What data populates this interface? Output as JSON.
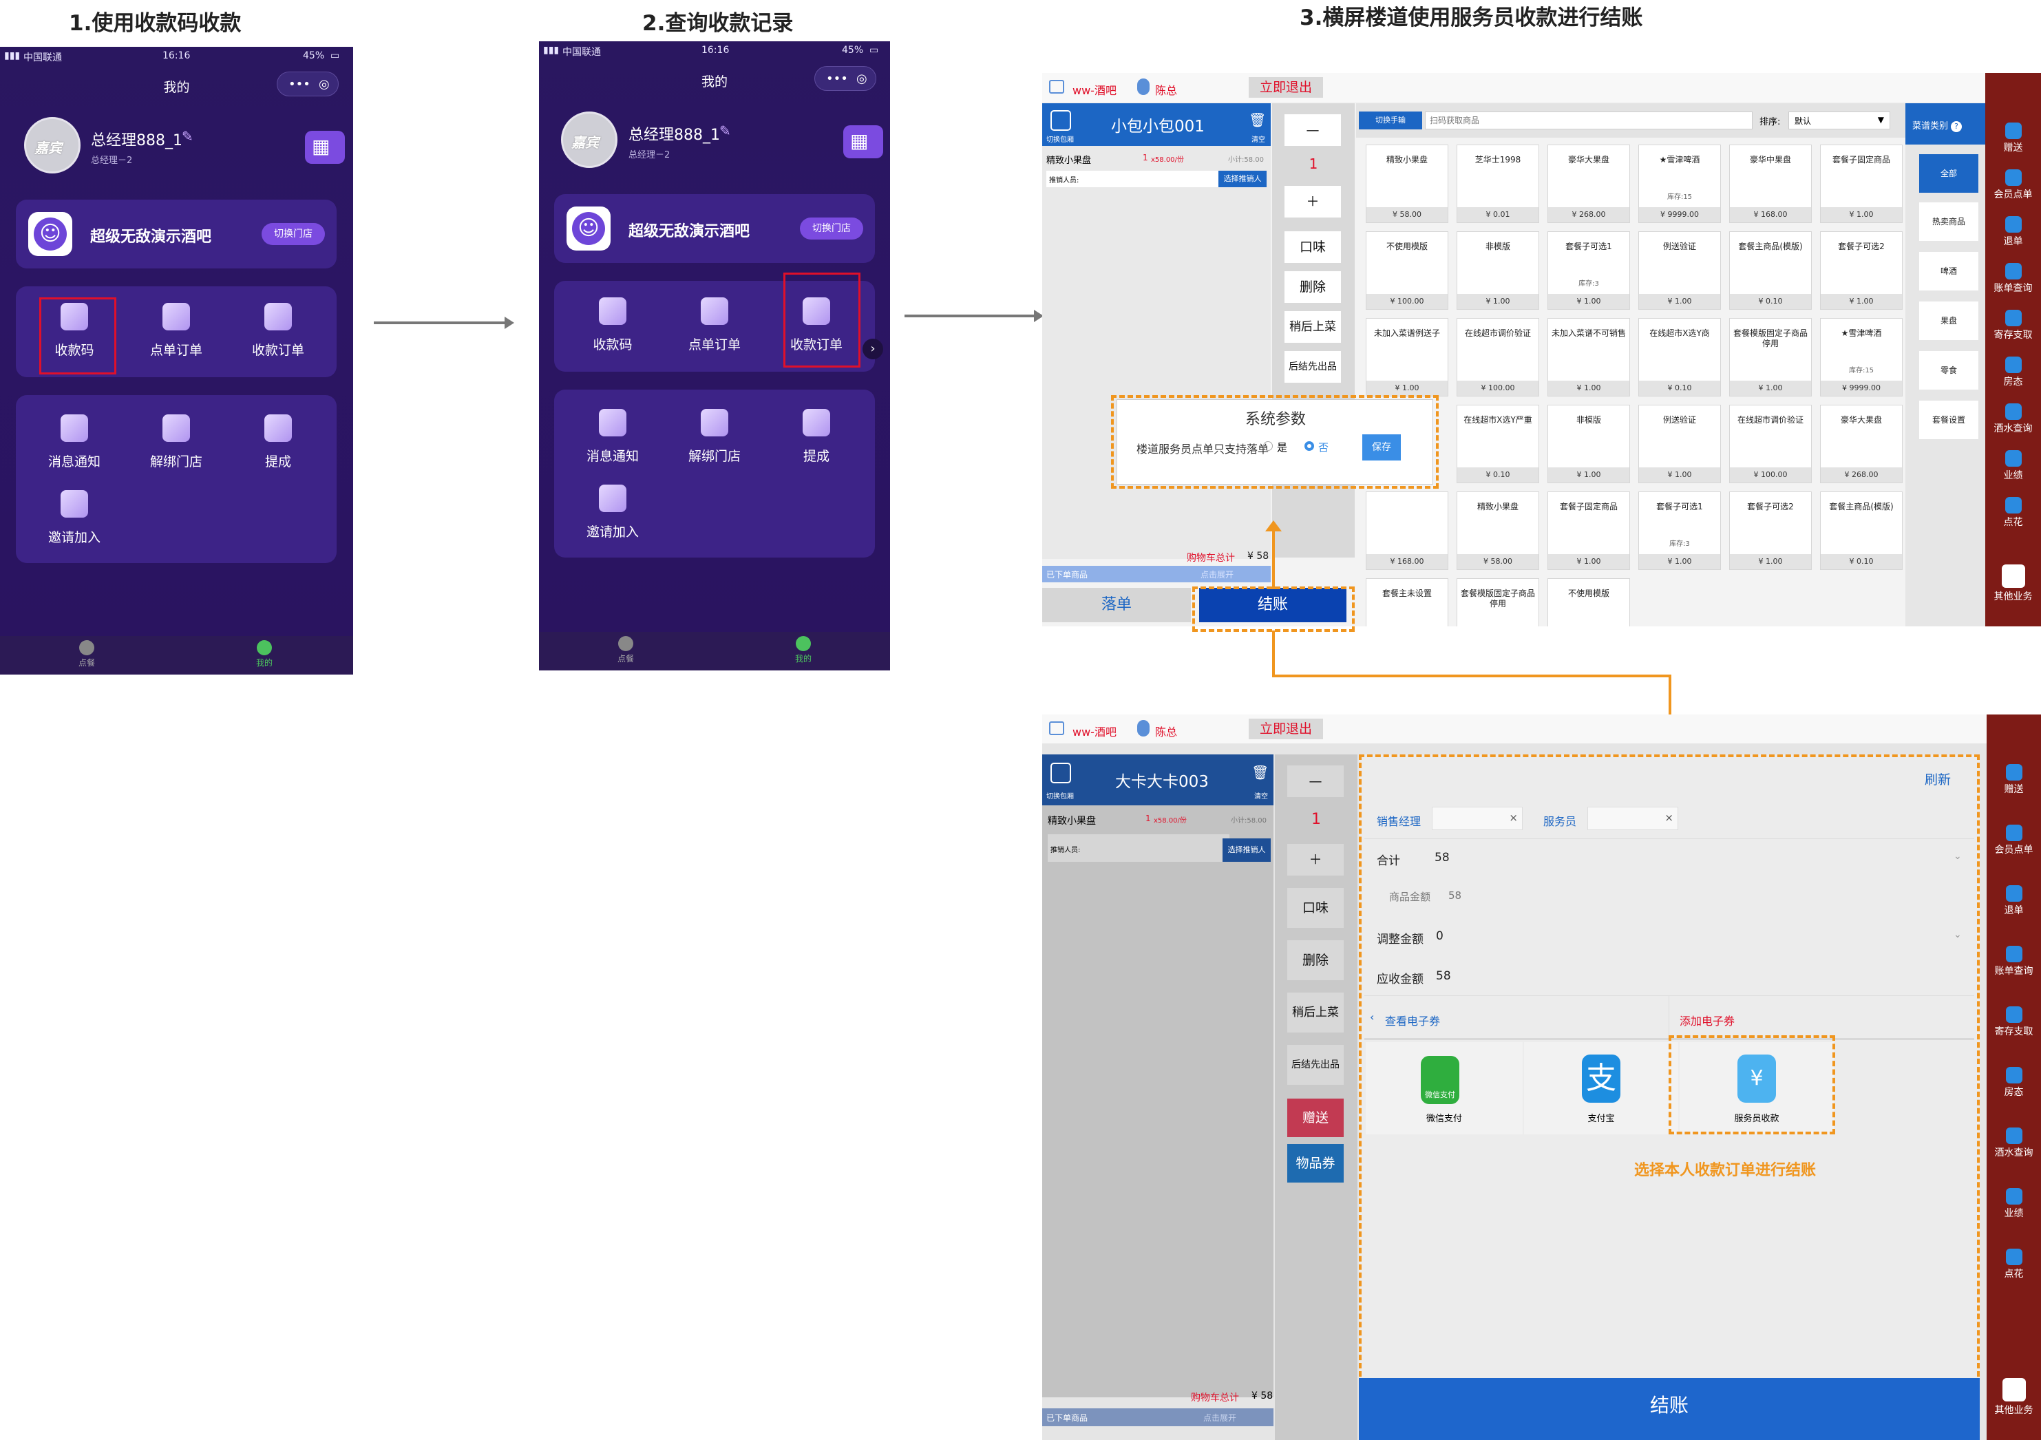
{
  "sections": {
    "s1": "1.使用收款码收款",
    "s2": "2.查询收款记录",
    "s3": "3.横屏楼道使用服务员收款进行结账"
  },
  "phone": {
    "carrier": "中国联通",
    "time": "16:16",
    "battery": "45%",
    "header": "我的",
    "capsule_more": "•••",
    "capsule_close": "◎",
    "avatar_text": "嘉宾",
    "user_name": "总经理888_1",
    "user_role": "总经理－2",
    "store_name": "超级无敌演示酒吧",
    "switch_store": "切换门店",
    "menu_row1": [
      "收款码",
      "点单订单",
      "收款订单"
    ],
    "menu_row2": [
      "消息通知",
      "解绑门店",
      "提成"
    ],
    "menu_row3": [
      "邀请加入"
    ],
    "tabs": [
      "点餐",
      "我的"
    ],
    "colors": {
      "bg": "#2a1760",
      "card": "#3d2387",
      "accent": "#7b4be0",
      "highlight": "#e0102a",
      "active_tab": "#4cc25e"
    }
  },
  "pos_top": {
    "store": "ww-酒吧",
    "user": "陈总",
    "exit": "立即退出",
    "room": "小包小包001",
    "cart_labels": {
      "switch": "切换包厢",
      "clear": "清空"
    },
    "item_name": "精致小果盘",
    "item_qty": "1",
    "item_unit_price": "x58.00/份",
    "item_subtotal": "小计:58.00",
    "recommender_label": "推销人员:",
    "select_recommender": "选择推销人",
    "side_buttons": [
      "口味",
      "删除",
      "稍后上菜",
      "后结先出品"
    ],
    "qty": "1",
    "cart_total_label": "购物车总计",
    "cart_total": "¥ 58",
    "ordered_label": "已下单商品",
    "expand": "点击展开",
    "btn_order": "落单",
    "btn_checkout": "结账",
    "mode_switch": "切换手输",
    "search_placeholder": "扫码获取商品",
    "sort_label": "排序:",
    "sort_value": "默认",
    "category_title": "菜谱类别",
    "categories": [
      "全部",
      "热卖商品",
      "啤酒",
      "果盘",
      "零食",
      "套餐设置"
    ],
    "products": [
      {
        "n": "精致小果盘",
        "p": "¥ 58.00",
        "s": ""
      },
      {
        "n": "芝华士1998",
        "p": "¥ 0.01",
        "s": ""
      },
      {
        "n": "豪华大果盘",
        "p": "¥ 268.00",
        "s": ""
      },
      {
        "n": "★雪津啤酒",
        "p": "¥ 9999.00",
        "s": "库存:15"
      },
      {
        "n": "豪华中果盘",
        "p": "¥ 168.00",
        "s": ""
      },
      {
        "n": "套餐子固定商品",
        "p": "¥ 1.00",
        "s": ""
      },
      {
        "n": "不使用模版",
        "p": "¥ 100.00",
        "s": ""
      },
      {
        "n": "非模版",
        "p": "¥ 1.00",
        "s": ""
      },
      {
        "n": "套餐子可选1",
        "p": "¥ 1.00",
        "s": "库存:3"
      },
      {
        "n": "例送验证",
        "p": "¥ 1.00",
        "s": ""
      },
      {
        "n": "套餐主商品(模版)",
        "p": "¥ 0.10",
        "s": ""
      },
      {
        "n": "套餐子可选2",
        "p": "¥ 1.00",
        "s": ""
      },
      {
        "n": "未加入菜谱例送子",
        "p": "¥ 1.00",
        "s": ""
      },
      {
        "n": "在线超市调价验证",
        "p": "¥ 100.00",
        "s": ""
      },
      {
        "n": "未加入菜谱不可销售",
        "p": "¥ 1.00",
        "s": ""
      },
      {
        "n": "在线超市X选Y商",
        "p": "¥ 0.10",
        "s": ""
      },
      {
        "n": "套餐模版固定子商品停用",
        "p": "¥ 1.00",
        "s": ""
      },
      {
        "n": "★雪津啤酒",
        "p": "¥ 9999.00",
        "s": "库存:15"
      },
      {
        "n": "",
        "p": "",
        "s": ""
      },
      {
        "n": "在线超市X选Y严重",
        "p": "¥ 0.10",
        "s": ""
      },
      {
        "n": "非模版",
        "p": "¥ 1.00",
        "s": ""
      },
      {
        "n": "例送验证",
        "p": "¥ 1.00",
        "s": ""
      },
      {
        "n": "在线超市调价验证",
        "p": "¥ 100.00",
        "s": ""
      },
      {
        "n": "豪华大果盘",
        "p": "¥ 268.00",
        "s": ""
      },
      {
        "n": "",
        "p": "¥ 168.00",
        "s": ""
      },
      {
        "n": "精致小果盘",
        "p": "¥ 58.00",
        "s": ""
      },
      {
        "n": "套餐子固定商品",
        "p": "¥ 1.00",
        "s": ""
      },
      {
        "n": "套餐子可选1",
        "p": "¥ 1.00",
        "s": "库存:3"
      },
      {
        "n": "套餐子可选2",
        "p": "¥ 1.00",
        "s": ""
      },
      {
        "n": "套餐主商品(模版)",
        "p": "¥ 0.10",
        "s": ""
      },
      {
        "n": "套餐主未设置",
        "p": "",
        "s": ""
      },
      {
        "n": "套餐模版固定子商品停用",
        "p": "",
        "s": ""
      },
      {
        "n": "不使用模版",
        "p": "",
        "s": ""
      }
    ],
    "right_bar": [
      "赠送",
      "会员点单",
      "退单",
      "账单查询",
      "寄存支取",
      "房态",
      "酒水查询",
      "业绩",
      "点花",
      "其他业务"
    ],
    "dialog": {
      "title": "系统参数",
      "label": "楼道服务员点单只支持落单",
      "yes": "是",
      "no": "否",
      "save": "保存"
    }
  },
  "pos_bottom": {
    "store": "ww-酒吧",
    "user": "陈总",
    "exit": "立即退出",
    "room": "大卡大卡003",
    "cart_labels": {
      "switch": "切换包厢",
      "clear": "清空"
    },
    "item_name": "精致小果盘",
    "item_qty": "1",
    "item_unit_price": "x58.00/份",
    "item_subtotal": "小计:58.00",
    "recommender_label": "推销人员:",
    "select_recommender": "选择推销人",
    "qty": "1",
    "side_buttons": [
      "口味",
      "删除",
      "稍后上菜",
      "后结先出品"
    ],
    "gift": "赠送",
    "voucher": "物品券",
    "cart_total_label": "购物车总计",
    "cart_total": "¥ 58",
    "ordered_label": "已下单商品",
    "expand": "点击展开",
    "refresh": "刷新",
    "sales_manager": "销售经理",
    "waiter": "服务员",
    "total_label": "合计",
    "total": "58",
    "goods_amount_label": "商品金额",
    "goods_amount": "58",
    "adjust_label": "调整金额",
    "adjust": "0",
    "receivable_label": "应收金额",
    "receivable": "58",
    "view_coupon": "查看电子券",
    "add_coupon": "添加电子券",
    "pay_methods": [
      "微信支付",
      "支付宝",
      "服务员收款"
    ],
    "pay_icon_labels": [
      "微信支付",
      "支",
      "¥"
    ],
    "hint": "选择本人收款订单进行结账",
    "checkout": "结账",
    "right_bar": [
      "赠送",
      "会员点单",
      "退单",
      "账单查询",
      "寄存支取",
      "房态",
      "酒水查询",
      "业绩",
      "点花",
      "其他业务"
    ]
  }
}
